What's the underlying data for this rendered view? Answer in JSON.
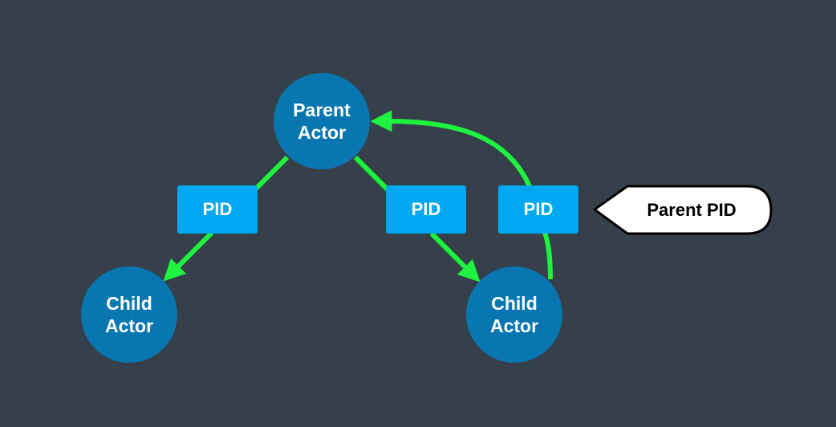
{
  "colors": {
    "background": "#36404a",
    "actor_fill": "#0876b0",
    "pid_fill": "#00a8f2",
    "edge": "#1ef33f",
    "callout_fill": "#ffffff",
    "callout_stroke": "#000000"
  },
  "nodes": {
    "parent": {
      "line1": "Parent",
      "line2": "Actor"
    },
    "child_left": {
      "line1": "Child",
      "line2": "Actor"
    },
    "child_right": {
      "line1": "Child",
      "line2": "Actor"
    }
  },
  "pids": {
    "left": "PID",
    "middle": "PID",
    "right": "PID"
  },
  "callout": {
    "label": "Parent PID"
  }
}
